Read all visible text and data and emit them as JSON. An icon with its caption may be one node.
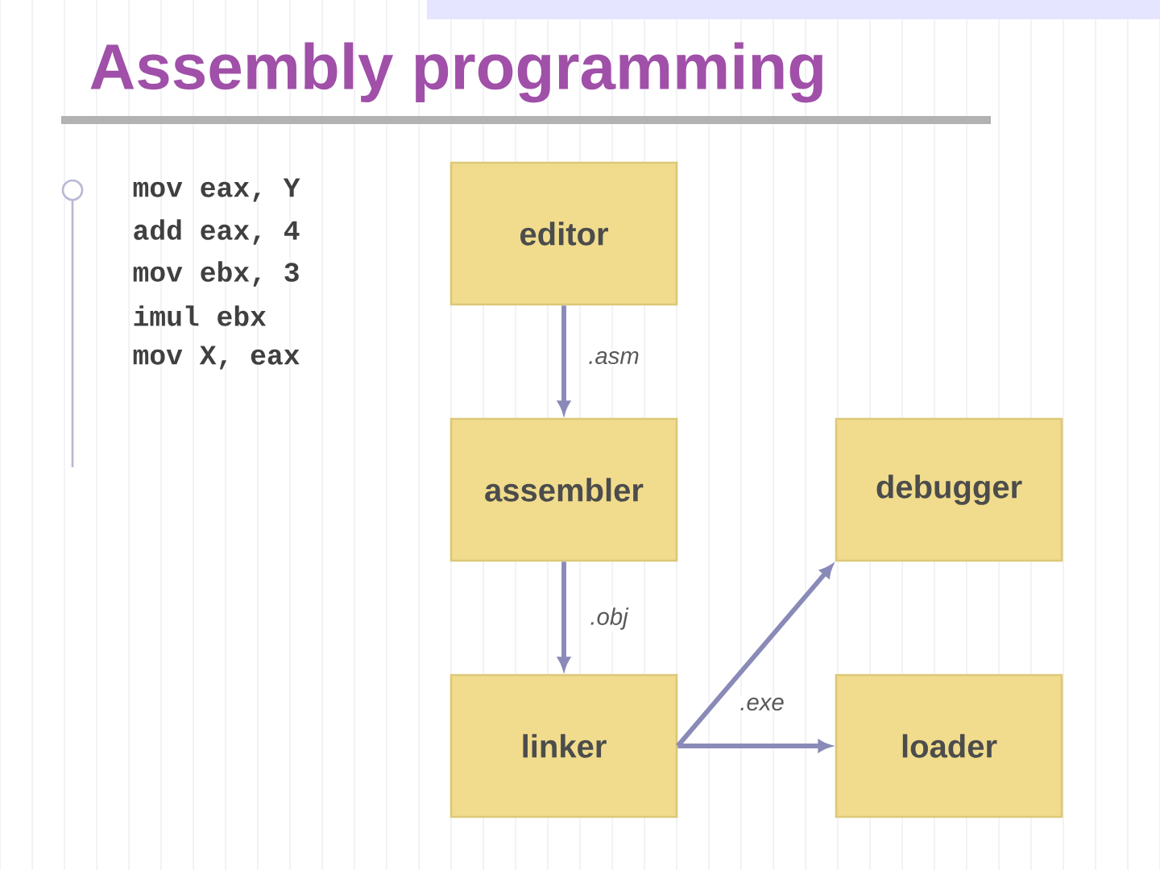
{
  "diagram": {
    "title": "Assembly programming",
    "nodes": [
      {
        "text": [
          "editor"
        ]
      },
      {
        "text": [
          "assembler"
        ]
      },
      {
        "text": [
          "debugger"
        ]
      },
      {
        "text": [
          "linker"
        ]
      },
      {
        "text": [
          "loader"
        ]
      }
    ],
    "edges": [
      {
        "from": 0,
        "to": 1,
        "arrow": "to",
        "label": ".asm"
      },
      {
        "from": 1,
        "to": 3,
        "arrow": "to",
        "label": ".obj"
      },
      {
        "from": 3,
        "to": 2,
        "arrow": "to"
      },
      {
        "from": 3,
        "to": 4,
        "arrow": "to",
        "label": ".exe"
      }
    ],
    "labels": [
      "mov eax, Y",
      "add eax, 4",
      "mov ebx, 3",
      "imul ebx",
      "mov X, eax"
    ]
  }
}
